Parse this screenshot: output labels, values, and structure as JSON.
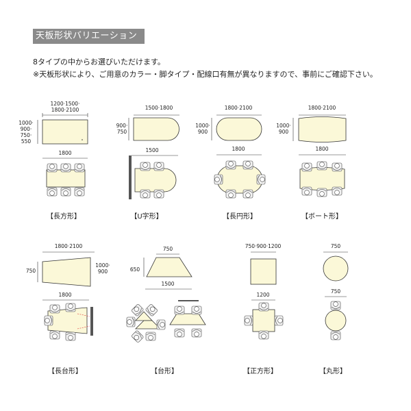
{
  "header": {
    "title": "天板形状バリエーション",
    "line1": "8タイプの中からお選びいただけます。",
    "line2": "※天板形状により、ご用意のカラー・脚タイプ・配線口有無が異なりますので、事前にご確認下さい。"
  },
  "shapes": [
    {
      "key": "rect",
      "top_w": "1200·1500·1800·2100",
      "top_h": "1000·900·750·550",
      "layout_w": "1800",
      "caption": "【長方形】"
    },
    {
      "key": "u",
      "top_w": "1500·1800",
      "top_h": "900·750",
      "layout_w": "1500",
      "caption": "【U字形】"
    },
    {
      "key": "oval",
      "top_w": "1800·2100",
      "top_h": "1000·900",
      "layout_w": "1800",
      "caption": "【長円形】"
    },
    {
      "key": "boat",
      "top_w": "1800·2100",
      "top_h": "1000·900",
      "layout_w": "1800",
      "caption": "【ボート形】"
    },
    {
      "key": "longtrap",
      "top_w": "1800·2100",
      "top_h_left": "750",
      "top_h_right": "1000·900",
      "layout_w": "1800",
      "caption": "【長台形】"
    },
    {
      "key": "trap",
      "top_w": "750",
      "top_h": "650",
      "layout_w": "1500",
      "caption": "【台形】"
    },
    {
      "key": "square",
      "top_w": "750·900·1200",
      "layout_w": "1200",
      "caption": "【正方形】"
    },
    {
      "key": "round",
      "top_w": "750",
      "layout_w": "750",
      "caption": "【丸形】"
    }
  ],
  "colors": {
    "tabletop": "#fbf8d8",
    "titlebar": "#8a8a8a"
  }
}
